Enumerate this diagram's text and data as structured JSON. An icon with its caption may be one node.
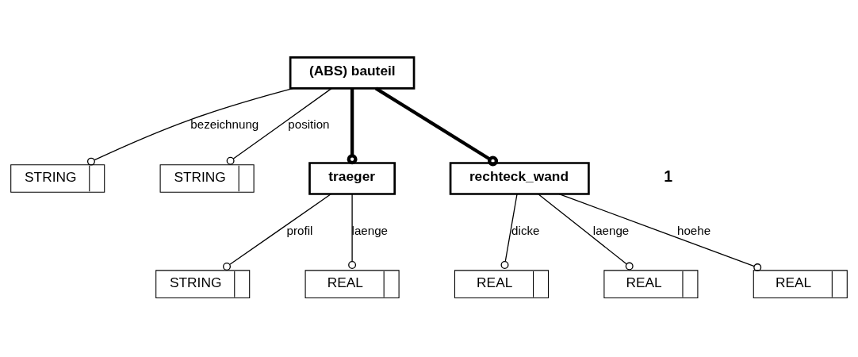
{
  "diagram": {
    "nodes": [
      {
        "text": [
          "(ABS) bauteil"
        ]
      },
      {
        "text": [
          "STRING"
        ]
      },
      {
        "text": [
          "STRING"
        ]
      },
      {
        "text": [
          "traeger"
        ]
      },
      {
        "text": [
          "rechteck_wand"
        ]
      },
      {
        "text": [
          "STRING"
        ]
      },
      {
        "text": [
          "REAL"
        ]
      },
      {
        "text": [
          "REAL"
        ]
      },
      {
        "text": [
          "REAL"
        ]
      },
      {
        "text": [
          "REAL"
        ]
      }
    ],
    "edges": [
      {
        "from": 0,
        "to": 1,
        "arrow": "other",
        "label": "bezeichnung"
      },
      {
        "from": 0,
        "to": 2,
        "arrow": "other",
        "label": "position"
      },
      {
        "from": 0,
        "to": 3,
        "arrow": "other",
        "style": "thick"
      },
      {
        "from": 0,
        "to": 4,
        "arrow": "other",
        "style": "thick"
      },
      {
        "from": 3,
        "to": 5,
        "arrow": "other",
        "label": "profil"
      },
      {
        "from": 3,
        "to": 6,
        "arrow": "other",
        "label": "laenge"
      },
      {
        "from": 4,
        "to": 7,
        "arrow": "other",
        "label": "dicke"
      },
      {
        "from": 4,
        "to": 8,
        "arrow": "other",
        "label": "laenge"
      },
      {
        "from": 4,
        "to": 9,
        "arrow": "other",
        "label": "hoehe"
      }
    ],
    "labels": [
      "1"
    ]
  }
}
